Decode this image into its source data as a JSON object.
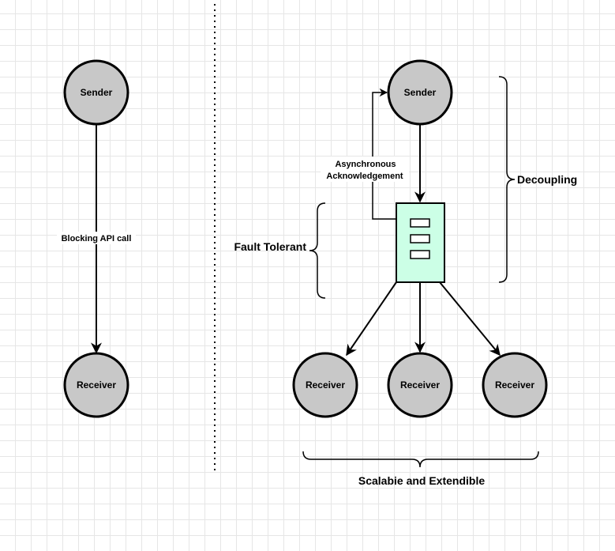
{
  "left": {
    "sender": "Sender",
    "receiver": "Receiver",
    "edge_label": "Blocking API call"
  },
  "right": {
    "sender": "Sender",
    "receivers": [
      "Receiver",
      "Receiver",
      "Receiver"
    ],
    "ack_label_line1": "Asynchronous",
    "ack_label_line2": "Acknowledgement",
    "decoupling": "Decoupling",
    "fault_tolerant": "Fault Tolerant",
    "scalable": "Scalabie and Extendible"
  },
  "colors": {
    "node_fill": "#c8c8c8",
    "queue_fill": "#ccffe6",
    "stroke": "#000000"
  }
}
